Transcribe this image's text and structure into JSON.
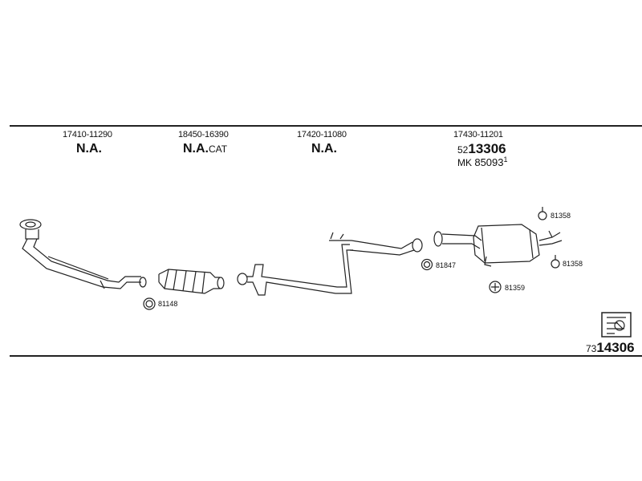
{
  "sections": [
    {
      "part_number": "17410-11290",
      "status": "N.A."
    },
    {
      "part_number": "18450-16390",
      "status": "N.A.",
      "suffix": "CAT"
    },
    {
      "part_number": "17420-11080",
      "status": "N.A."
    },
    {
      "part_number": "17430-11201",
      "ref_prefix": "52",
      "ref_main": "13306",
      "mk_label": "MK",
      "mk_number": "85093",
      "mk_sup": "1"
    }
  ],
  "callouts": [
    "81148",
    "81847",
    "81359",
    "81358",
    "81358"
  ],
  "footer": {
    "prefix": "73",
    "main": "14306"
  }
}
